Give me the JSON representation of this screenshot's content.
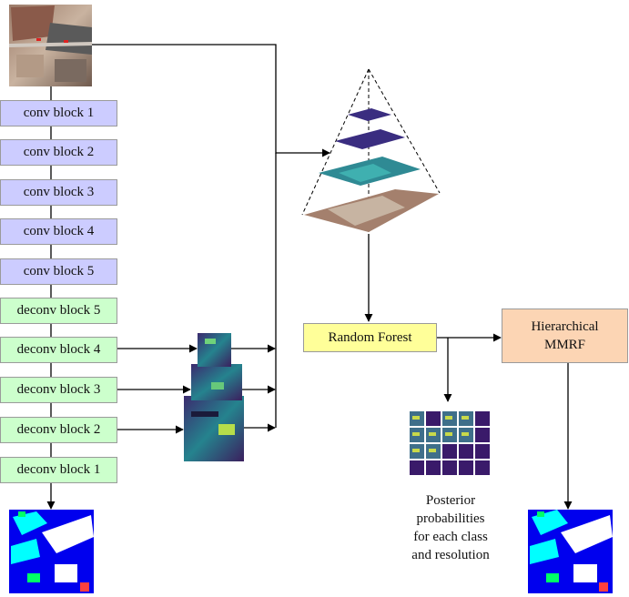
{
  "encoder_blocks": [
    "conv block 1",
    "conv block 2",
    "conv block 3",
    "conv block 4",
    "conv block 5"
  ],
  "decoder_blocks": [
    "deconv block 5",
    "deconv block 4",
    "deconv block 3",
    "deconv block 2",
    "deconv block 1"
  ],
  "random_forest_label": "Random Forest",
  "mmrf_label": {
    "line1": "Hierarchical",
    "line2": "MMRF"
  },
  "posterior_caption": [
    "Posterior",
    "probabilities",
    "for each class",
    "and resolution"
  ],
  "colors": {
    "conv_fill": "#ccccff",
    "deconv_fill": "#ccffcc",
    "random_forest_fill": "#ffff99",
    "mmrf_fill": "#fcd5b4",
    "feature_map": "#2a8a8c",
    "segmentation_blue": "#0000ee"
  }
}
